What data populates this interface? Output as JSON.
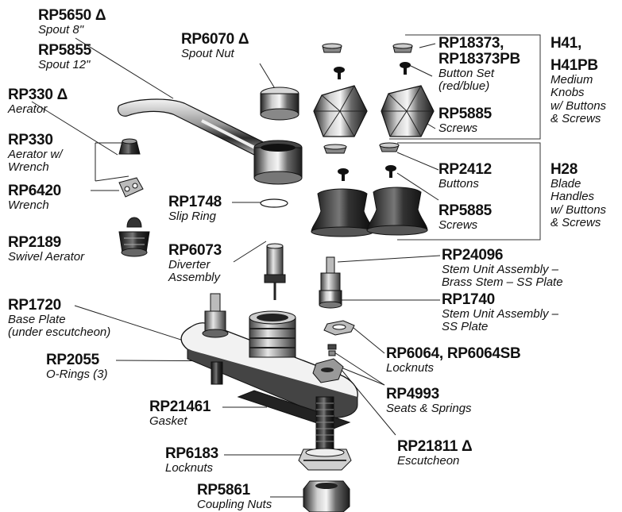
{
  "labels": {
    "rp5650": {
      "part": "RP5650 Δ",
      "desc": "Spout 8\""
    },
    "rp5855": {
      "part": "RP5855",
      "desc": "Spout 12\""
    },
    "rp330_a": {
      "part": "RP330 Δ",
      "desc": "Aerator"
    },
    "rp330_b": {
      "part": "RP330",
      "desc1": "Aerator w/",
      "desc2": "Wrench"
    },
    "rp6420": {
      "part": "RP6420",
      "desc": "Wrench"
    },
    "rp2189": {
      "part": "RP2189",
      "desc": "Swivel Aerator"
    },
    "rp6070": {
      "part": "RP6070 Δ",
      "desc": "Spout Nut"
    },
    "rp1748": {
      "part": "RP1748",
      "desc": "Slip Ring"
    },
    "rp6073": {
      "part": "RP6073",
      "desc1": "Diverter",
      "desc2": "Assembly"
    },
    "rp18373": {
      "part1": "RP18373,",
      "part2": "RP18373PB",
      "desc1": "Button Set",
      "desc2": "(red/blue)"
    },
    "rp5885_a": {
      "part": "RP5885",
      "desc": "Screws"
    },
    "rp2412": {
      "part": "RP2412",
      "desc": "Buttons"
    },
    "rp5885_b": {
      "part": "RP5885",
      "desc": "Screws"
    },
    "h41": {
      "part1": "H41,",
      "part2": "H41PB",
      "desc1": "Medium",
      "desc2": "Knobs",
      "desc3": "w/ Buttons",
      "desc4": "& Screws"
    },
    "h28": {
      "part": "H28",
      "desc1": "Blade",
      "desc2": "Handles",
      "desc3": "w/ Buttons",
      "desc4": "& Screws"
    },
    "rp24096": {
      "part": "RP24096",
      "desc1": "Stem Unit Assembly –",
      "desc2": "Brass Stem – SS Plate"
    },
    "rp1740": {
      "part": "RP1740",
      "desc1": "Stem Unit Assembly –",
      "desc2": "SS Plate"
    },
    "rp1720": {
      "part": "RP1720",
      "desc1": "Base Plate",
      "desc2": "(under escutcheon)"
    },
    "rp2055": {
      "part": "RP2055",
      "desc": "O-Rings (3)"
    },
    "rp6064": {
      "part": "RP6064, RP6064SB",
      "desc": "Locknuts"
    },
    "rp4993": {
      "part": "RP4993",
      "desc": "Seats & Springs"
    },
    "rp21461": {
      "part": "RP21461",
      "desc": "Gasket"
    },
    "rp21811": {
      "part": "RP21811 Δ",
      "desc": "Escutcheon"
    },
    "rp6183": {
      "part": "RP6183",
      "desc": "Locknuts"
    },
    "rp5861": {
      "part": "RP5861",
      "desc": "Coupling Nuts"
    }
  }
}
